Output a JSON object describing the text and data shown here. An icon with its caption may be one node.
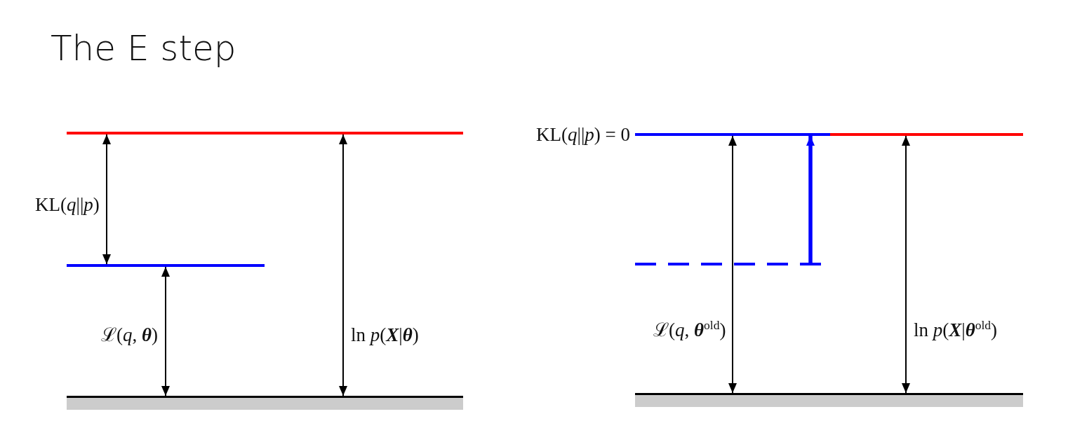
{
  "diagram": {
    "title": "The E step",
    "nodes": [
      {
        "text": [],
        "shape": "bar"
      },
      {
        "text": [],
        "shape": "bar"
      },
      {
        "text": [],
        "shape": "bar"
      },
      {
        "text": [],
        "shape": "bar",
        "beside": [
          "KL(*q*||*p*) = 0"
        ]
      },
      {
        "text": [],
        "shape": "bar"
      },
      {
        "text": [],
        "shape": "bar"
      },
      {
        "text": [],
        "shape": "bar"
      }
    ],
    "edges": [
      {
        "from": 0,
        "to": 1,
        "arrow": "both",
        "label": "KL(*q*||*p*)"
      },
      {
        "from": 1,
        "to": 2,
        "arrow": "both",
        "label": "ℒ(*q*, **θ**)"
      },
      {
        "from": 0,
        "to": 2,
        "arrow": "both",
        "label": "ln *p*(**X**|**θ**)"
      },
      {
        "from": 5,
        "to": 3,
        "arrow": "to",
        "style": "thick",
        "color": "#0000ff"
      },
      {
        "from": 3,
        "to": 6,
        "arrow": "both",
        "label": "ℒ(*q*, **θ**$^{old}$)"
      },
      {
        "from": 4,
        "to": 6,
        "arrow": "both",
        "label": "ln *p*(**X**|**θ**$^{old}$)"
      }
    ]
  }
}
